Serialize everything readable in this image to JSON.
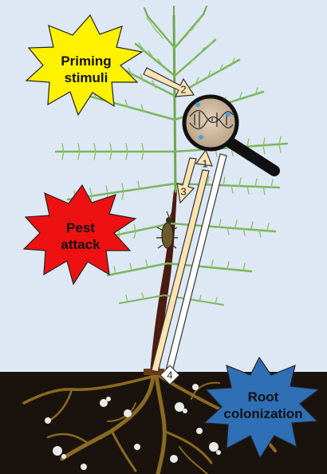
{
  "labels": {
    "priming_line1": "Priming",
    "priming_line2": "stimuli",
    "pest_line1": "Pest",
    "pest_line2": "attack",
    "root_line1": "Root",
    "root_line2": "colonization"
  },
  "steps": {
    "s1": "1",
    "s2": "2",
    "s3": "3",
    "s4": "4"
  },
  "colors": {
    "sky": "#dde8f4",
    "soil": "#1a120c",
    "priming_burst": "#fff200",
    "pest_burst": "#ee1111",
    "root_burst": "#2f6fb5",
    "arrow_fill": "#fde3b0",
    "arrow_white": "#ffffff",
    "magnifier_lens": "#c9b59a"
  },
  "icons": [
    "magnifier-icon",
    "dna-helix-icon",
    "insect-icon",
    "mycorrhiza-icon"
  ]
}
